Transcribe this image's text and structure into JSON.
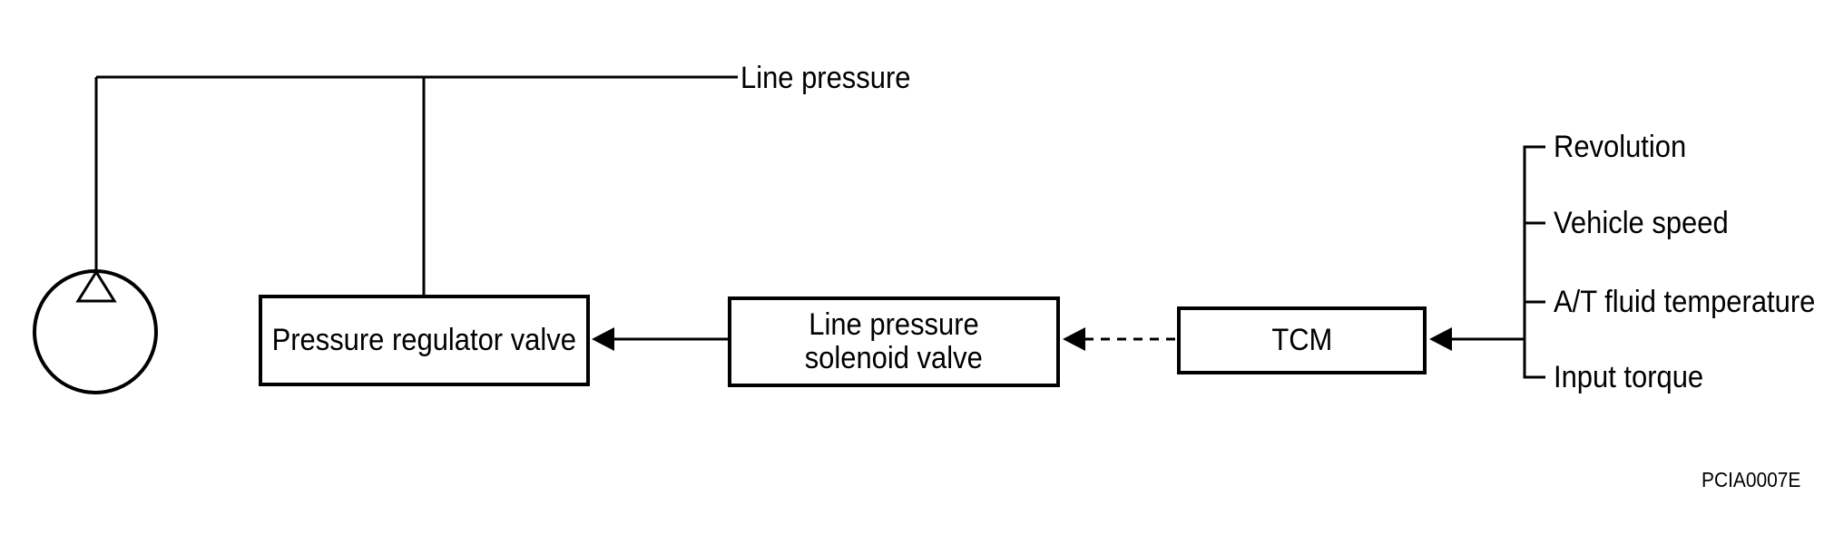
{
  "diagram": {
    "line_pressure_label": "Line pressure",
    "boxes": {
      "pressure_regulator_valve": {
        "label": "Pressure regulator valve"
      },
      "line_pressure_solenoid_valve": {
        "label_line1": "Line pressure",
        "label_line2": "solenoid valve"
      },
      "tcm": {
        "label": "TCM"
      }
    },
    "tcm_inputs": [
      "Revolution",
      "Vehicle speed",
      "A/T fluid temperature",
      "Input torque"
    ],
    "figure_code": "PCIA0007E",
    "colors": {
      "line": "#000000",
      "background": "#ffffff",
      "text": "#000000"
    }
  }
}
